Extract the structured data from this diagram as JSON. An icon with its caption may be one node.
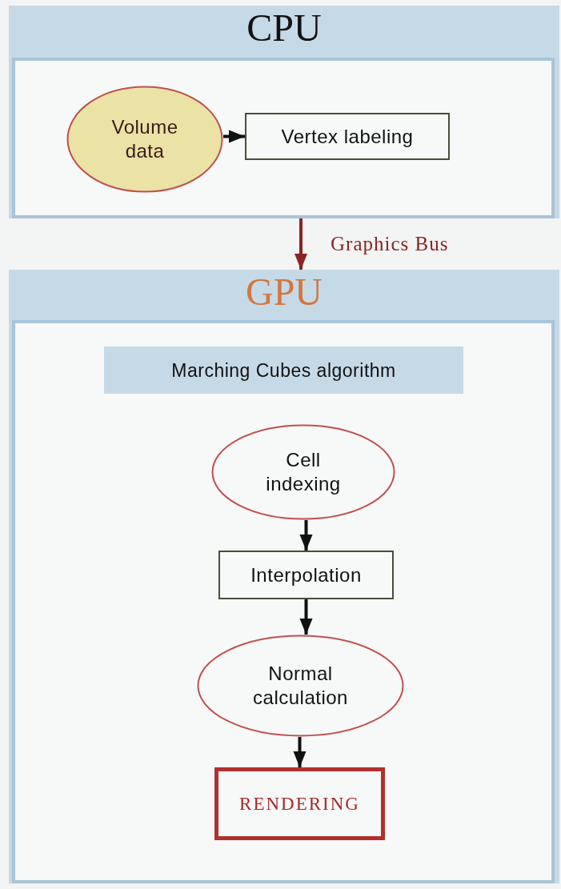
{
  "diagram": {
    "nodes": [
      {
        "text": [
          "CPU"
        ]
      },
      {
        "text": [
          "Volume data"
        ],
        "in": 0
      },
      {
        "text": [
          "Vertex labeling"
        ],
        "in": 0
      },
      {
        "text": [
          "GPU"
        ]
      },
      {
        "text": [
          "Marching Cubes algorithm"
        ],
        "in": 3
      },
      {
        "text": [
          "Cell indexing"
        ],
        "in": 3
      },
      {
        "text": [
          "Interpolation"
        ],
        "in": 3
      },
      {
        "text": [
          "Normal calculation"
        ],
        "in": 3
      },
      {
        "text": [
          "RENDERING"
        ],
        "in": 3
      }
    ],
    "edges": [
      {
        "from": 1,
        "to": 2,
        "arrow": "to"
      },
      {
        "from": 0,
        "to": 3,
        "arrow": "to",
        "label": "Graphics Bus",
        "color": "#8b2323"
      },
      {
        "from": 5,
        "to": 6,
        "arrow": "to"
      },
      {
        "from": 6,
        "to": 7,
        "arrow": "to"
      },
      {
        "from": 7,
        "to": 8,
        "arrow": "to"
      }
    ]
  }
}
